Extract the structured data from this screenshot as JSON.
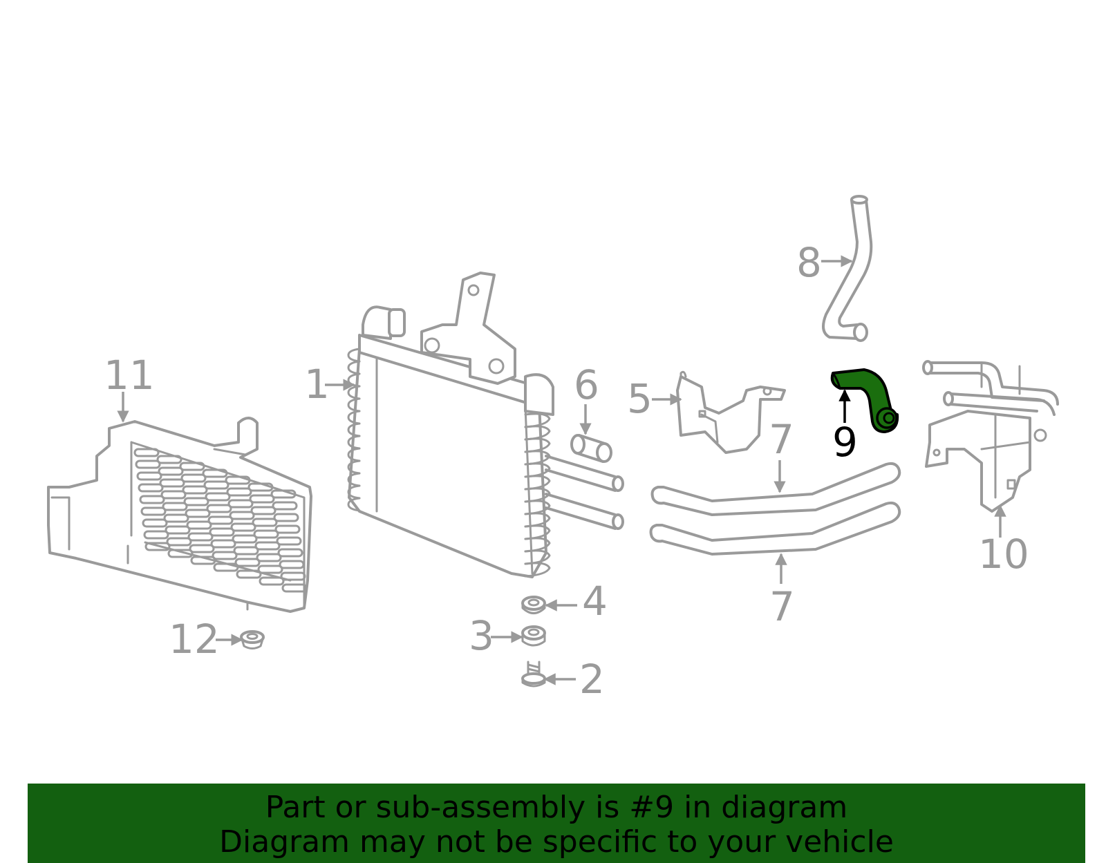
{
  "colors": {
    "line_art": "#9a9a9a",
    "highlight_part": "#1a6e0e",
    "banner_background": "#136010",
    "banner_text": "#000000",
    "active_callout": "#000000"
  },
  "highlighted_part": "9",
  "callouts": [
    {
      "id": "1",
      "label": "1"
    },
    {
      "id": "2",
      "label": "2"
    },
    {
      "id": "3",
      "label": "3"
    },
    {
      "id": "4",
      "label": "4"
    },
    {
      "id": "5",
      "label": "5"
    },
    {
      "id": "6",
      "label": "6"
    },
    {
      "id": "7a",
      "label": "7"
    },
    {
      "id": "7b",
      "label": "7"
    },
    {
      "id": "8",
      "label": "8"
    },
    {
      "id": "9",
      "label": "9"
    },
    {
      "id": "10",
      "label": "10"
    },
    {
      "id": "11",
      "label": "11"
    },
    {
      "id": "12",
      "label": "12"
    }
  ],
  "banner": {
    "line1": "Part or sub-assembly is #9 in diagram",
    "line2": "Diagram may not be specific to your vehicle"
  }
}
